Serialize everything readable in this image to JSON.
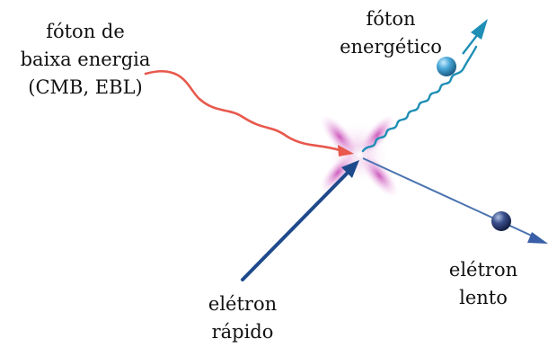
{
  "labels": {
    "low_energy_photon": [
      "fóton de",
      "baixa energia",
      "(CMB, EBL)"
    ],
    "energetic_photon": [
      "fóton",
      "energético"
    ],
    "fast_electron": [
      "elétron",
      "rápido"
    ],
    "slow_electron": [
      "elétron",
      "lento"
    ]
  },
  "colors": {
    "low_energy_photon": "#e8584c",
    "energetic_photon": "#1f8fb5",
    "fast_electron": "#1e4a8c",
    "slow_electron": "#4a73b0",
    "interaction_glow": "#c23fb0",
    "text": "#111111"
  }
}
